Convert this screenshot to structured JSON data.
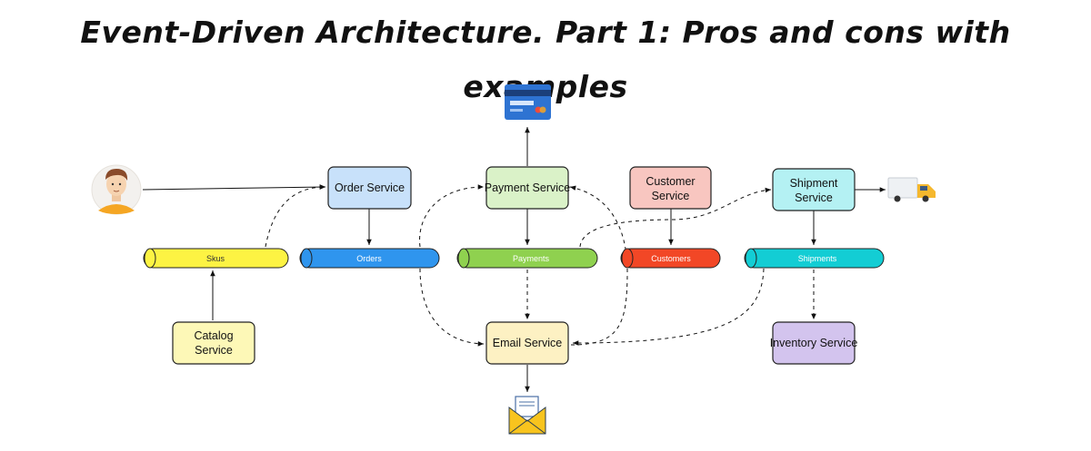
{
  "title": "Event-Driven Architecture. Part 1: Pros and cons with examples",
  "colors": {
    "skus": "#fdf343",
    "orders": "#2f95ee",
    "payments": "#8fd14f",
    "customers": "#f24726",
    "shipments": "#13cdd4",
    "order_service": "#c8e1fa",
    "payment_service": "#daf2c8",
    "customer_service": "#f8c6c0",
    "shipment_service": "#b4f1f3",
    "catalog_service": "#fdf8b7",
    "email_service": "#fdf1c3",
    "inventory_service": "#d3c4ee"
  },
  "services": {
    "order": "Order Service",
    "payment": "Payment Service",
    "customer": [
      "Customer",
      "Service"
    ],
    "shipment": [
      "Shipment",
      "Service"
    ],
    "catalog": [
      "Catalog",
      "Service"
    ],
    "email": "Email Service",
    "inventory": "Inventory Service"
  },
  "topics": {
    "skus": "Skus",
    "orders": "Orders",
    "payments": "Payments",
    "customers": "Customers",
    "shipments": "Shipments"
  },
  "icons": [
    "user-avatar-icon",
    "credit-card-icon",
    "truck-icon",
    "envelope-icon"
  ]
}
